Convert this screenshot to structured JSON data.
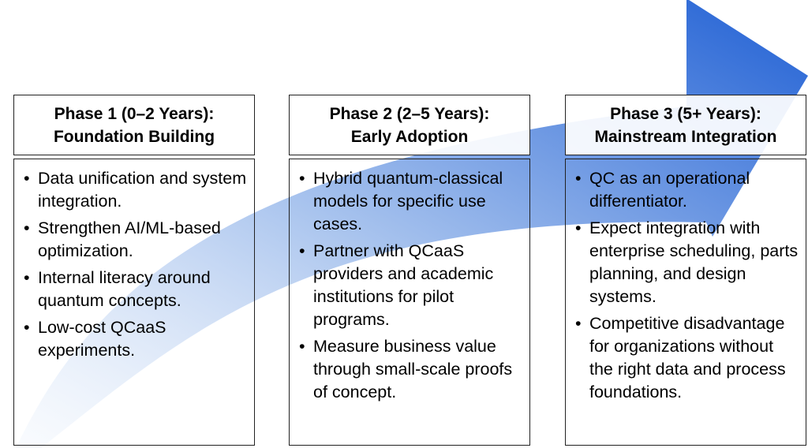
{
  "phases": [
    {
      "title_line1": "Phase 1 (0–2 Years):",
      "title_line2": "Foundation Building",
      "bullets": [
        "Data unification and system integration.",
        "Strengthen AI/ML-based optimization.",
        "Internal literacy around quantum concepts.",
        "Low-cost QCaaS experiments."
      ]
    },
    {
      "title_line1": "Phase 2 (2–5 Years):",
      "title_line2": "Early Adoption",
      "bullets": [
        "Hybrid quantum-classical models for specific use cases.",
        "Partner with QCaaS providers and academic institutions for pilot programs.",
        "Measure business value through small-scale proofs of concept."
      ]
    },
    {
      "title_line1": "Phase 3 (5+ Years):",
      "title_line2": "Mainstream Integration",
      "bullets": [
        "QC as an operational differentiator.",
        "Expect integration with enterprise scheduling, parts planning, and design systems.",
        "Competitive disadvantage for organizations without the right data and process foundations."
      ]
    }
  ],
  "colors": {
    "arrow_dark": "#1f5fd4",
    "arrow_light": "#dbe7f8",
    "border": "#222222"
  }
}
